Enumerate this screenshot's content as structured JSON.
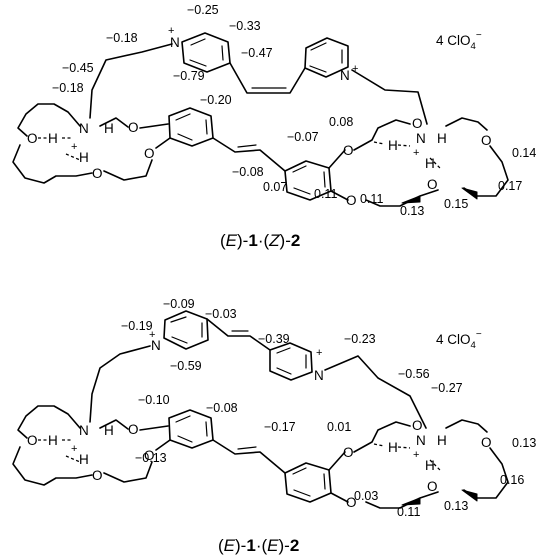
{
  "counter_ion": {
    "prefix": "4 ClO",
    "subscript": "4",
    "charge": "−"
  },
  "atoms": {
    "N": "N",
    "O": "O",
    "H": "H",
    "plus": "+"
  },
  "panel_top": {
    "caption": {
      "open1": "(",
      "iso1": "E",
      "close1": ")-",
      "c1": "1",
      "dot": "·",
      "open2": "(",
      "iso2": "Z",
      "close2": ")-",
      "c2": "2"
    },
    "shifts": [
      "−0.25",
      "−0.33",
      "−0.18",
      "−0.47",
      "−0.45",
      "−0.79",
      "−0.18",
      "−0.20",
      "0.08",
      "−0.07",
      "0.14",
      "−0.08",
      "0.07",
      "0.11",
      "0.17",
      "0.11",
      "0.13",
      "0.15"
    ]
  },
  "panel_bottom": {
    "caption": {
      "open1": "(",
      "iso1": "E",
      "close1": ")-",
      "c1": "1",
      "dot": "·",
      "open2": "(",
      "iso2": "E",
      "close2": ")-",
      "c2": "2"
    },
    "shifts": [
      "−0.09",
      "−0.03",
      "−0.19",
      "−0.39",
      "−0.23",
      "−0.59",
      "−0.56",
      "−0.27",
      "−0.10",
      "−0.08",
      "−0.17",
      "0.01",
      "−0.13",
      "0.13",
      "0.16",
      "0.03",
      "0.11",
      "0.13"
    ]
  }
}
